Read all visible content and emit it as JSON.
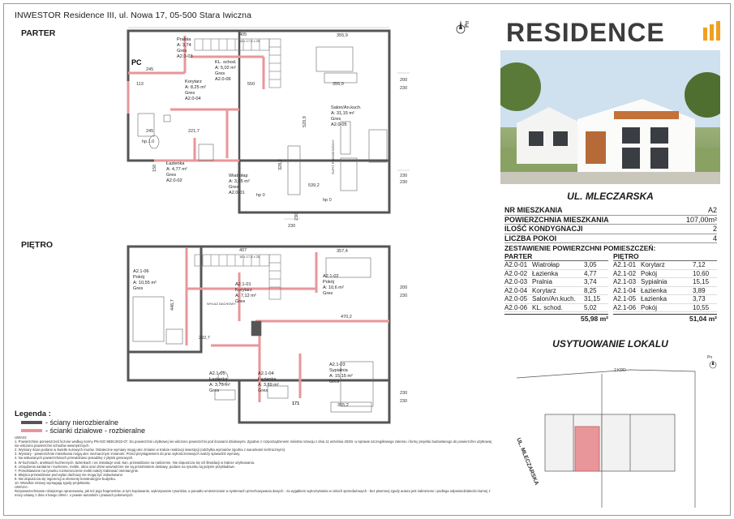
{
  "header": {
    "investor": "INWESTOR Residence III, ul. Nowa 17, 05-500 Stara Iwiczna"
  },
  "levels": {
    "ground": "PARTER",
    "upper": "PIĘTRO"
  },
  "north_label": "Pn",
  "brand": {
    "name": "RESIDENCE",
    "accent": "#f0a020"
  },
  "street": "UL. MLECZARSKA",
  "apartment": {
    "rows": [
      {
        "label": "NR MIESZKANIA",
        "value": "A2"
      },
      {
        "label": "POWIERZCHNIA MIESZKANIA",
        "value": "107,00m²"
      },
      {
        "label": "ILOŚĆ KONDYGNACJI",
        "value": "2"
      },
      {
        "label": "LICZBA POKOI",
        "value": "4"
      }
    ],
    "summary_title": "ZESTAWIENIE POWIERZCHNI POMIESZCZEŃ:"
  },
  "rooms_ground": {
    "title": "PARTER",
    "items": [
      {
        "code": "A2.0-01",
        "name": "Wiatrołap",
        "area": "3,05"
      },
      {
        "code": "A2.0-02",
        "name": "Łazienka",
        "area": "4,77"
      },
      {
        "code": "A2.0-03",
        "name": "Pralnia",
        "area": "3,74"
      },
      {
        "code": "A2.0-04",
        "name": "Korytarz",
        "area": "8,25"
      },
      {
        "code": "A2.0-05",
        "name": "Salon/An.kuch.",
        "area": "31,15"
      },
      {
        "code": "A2.0-06",
        "name": "KL. schod.",
        "area": "5,02"
      }
    ],
    "total": "55,98 m²"
  },
  "rooms_upper": {
    "title": "PIĘTRO",
    "items": [
      {
        "code": "A2.1-01",
        "name": "Korytarz",
        "area": "7,12"
      },
      {
        "code": "A2.1-02",
        "name": "Pokój",
        "area": "10,60"
      },
      {
        "code": "A2.1-03",
        "name": "Sypialnia",
        "area": "15,15"
      },
      {
        "code": "A2.1-04",
        "name": "Łazienka",
        "area": "3,89"
      },
      {
        "code": "A2.1-05",
        "name": "Łazienka",
        "area": "3,73"
      },
      {
        "code": "A2.1-06",
        "name": "Pokój",
        "area": "10,55"
      }
    ],
    "total": "51,04 m²"
  },
  "location_title": "USYTUOWANIE LOKALU",
  "location_map": {
    "road_top": "2 KDD",
    "road_left": "UL. MLECZARSKA"
  },
  "legend": {
    "title": "Legenda :",
    "items": [
      {
        "label": "- ściany nierozbieralne",
        "color": "#555555"
      },
      {
        "label": "- ścianki działowe - rozbieralne",
        "color": "#e8969a"
      }
    ]
  },
  "plan_ground": {
    "rooms": [
      {
        "code": "A2.0-03",
        "name": "Pralnia",
        "area": "A: 3,74",
        "floor": "Gres"
      },
      {
        "code": "A2.0-06",
        "name": "KL. schod.",
        "area": "A: 5,02 m²",
        "floor": "Gres"
      },
      {
        "code": "A2.0-04",
        "name": "Korytarz",
        "area": "A: 8,25 m²",
        "floor": "Gres"
      },
      {
        "code": "A2.0-05",
        "name": "Salon/An.kuch.",
        "area": "A: 31,15 m²",
        "floor": "Gres"
      },
      {
        "code": "A2.0-02",
        "name": "Łazienka",
        "area": "A: 4,77 m²",
        "floor": "Gres"
      },
      {
        "code": "A2.0-01",
        "name": "Wiatrołap",
        "area": "A: 3,05 m²",
        "floor": "Gres"
      }
    ],
    "pc": "PC",
    "dims": [
      "405",
      "355,9",
      "245",
      "550",
      "355,9",
      "113",
      "221,7",
      "245",
      "520,9",
      "328,2",
      "539,2",
      "200",
      "230",
      "230",
      "230",
      "hp 0",
      "hp 0",
      "hp.1.0",
      "150",
      "230",
      "230",
      "SUFIT PODWIESZONY"
    ],
    "stairs": "16 x 17,8 x 25"
  },
  "plan_upper": {
    "rooms": [
      {
        "code": "A2.1-06",
        "name": "Pokój",
        "area": "A: 10,55 m²",
        "floor": "Gres"
      },
      {
        "code": "A2.1-01",
        "name": "Korytarz",
        "area": "A: 7,12 m²",
        "floor": "Gres"
      },
      {
        "code": "A2.1-02",
        "name": "Pokój",
        "area": "A: 10,6 m²",
        "floor": "Gres"
      },
      {
        "code": "A2.1-05",
        "name": "Łazienka",
        "area": "A: 3,73 m²",
        "floor": "Gres"
      },
      {
        "code": "A2.1-04",
        "name": "Łazienka",
        "area": "A: 3,89 m²",
        "floor": "Gres"
      },
      {
        "code": "A2.1-03",
        "name": "Sypialnia",
        "area": "A: 15,15 m²",
        "floor": "Gres"
      }
    ],
    "dims": [
      "407",
      "357,4",
      "446,7",
      "292,7",
      "470,2",
      "355,2",
      "171",
      "200",
      "230",
      "230",
      "230",
      "WYŁAZ DACHOWY"
    ],
    "stairs": "16 x 17,8 x 25"
  },
  "notes": [
    "UWAGI:",
    "1. Powierzchnie pomieszczeń liczone według normy PN-ISO 9836:2022-07. Do powierzchni użytkowej nie wliczono powierzchni pod ścianami działowymi. Zgodnie z rozporządzeniem ministra rozwoju z dnia 11 września 2020r. w sprawie szczegółowego zakresu i formy projektu budowlanego do powierzchni użytkowej nie wliczono powierzchni schodów wewnętrznych.",
    "2. Wymiary ścian podane w świetle surowych murów. Ostateczne wymiary mogą ulec zmianie w trakcie realizacji inwestycji (odchyłka wymiarów zgodna z warunkami technicznymi).",
    "3. Wymiary - powierzchnie mieszkania mogą ulec nieznacznym zmianom. Przed przystąpieniem do prac wykończeniowych należy sprawdzić wymiary.",
    "4. Na wskazanych powierzchniach przewidziano posadzkę z płytek gresowych.",
    "5. W kuchniach, aneksach kuchennych, łazienkach i wc instalacje wod.-kan. przewidziano na naścienne. Nie dopuszcza się ich likwidacji w trakcie użytkowania.",
    "6. Urządzenia sanitarne i kuchenne, meble, okna oraz drzwi wewnętrzne nie są przedmiotem dostawy, podane na rysunku są jedynie przykładowe.",
    "7. Przedstawione na rysunku rozmieszczenie mebli należy traktować orientacyjnie.",
    "8. Miejsca przewidziane pod wyłaz dachowy nie mogą być zabudowane.",
    "9. Nie dopuszcza się ingerencji w elementy konstrukcyjne budynku.",
    "10. Wszelkie zmiany wymagają zgody projektanta.",
    "UWAGA:",
    "Rozpowszechnianie niniejszego opracowania, jak też jego fragmentów, w tym kopiowanie, wykonywanie rysunków, a ponadto umieszczanie w systemach przechowywania danych - za wyjątkiem wykorzystania w celach sprzedażowych - bez pisemnej zgody autora jest zabronione i podlega odpowiedzialności karnej z mocy ustawy z dnia 4 lutego 1994 r. o prawie autorskim i prawach pokrewnych."
  ]
}
